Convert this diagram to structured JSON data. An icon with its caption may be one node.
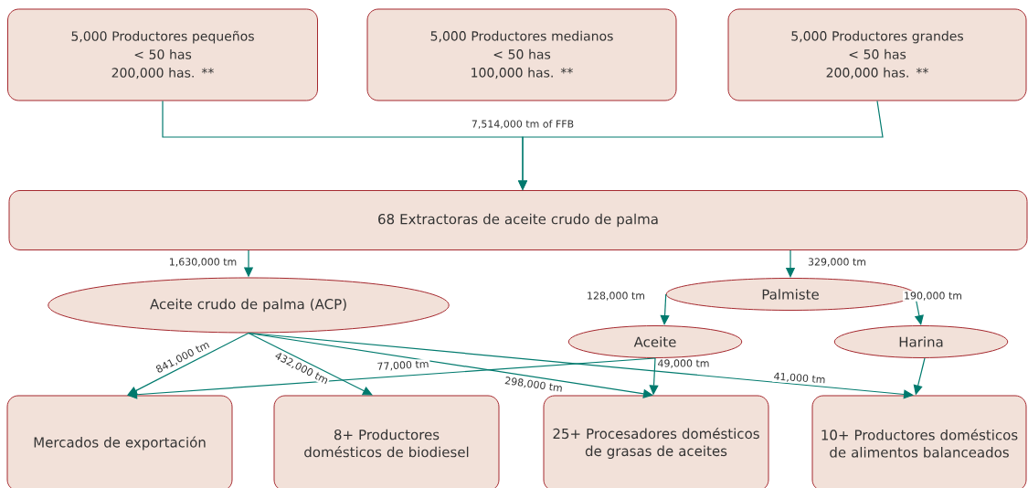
{
  "diagram": {
    "nodes": [
      {
        "text": [
          "5,000 Productores pequeños",
          "< 50 has",
          "200,000 has. **"
        ]
      },
      {
        "text": [
          "5,000 Productores medianos",
          "< 50 has",
          "100,000 has. **"
        ]
      },
      {
        "text": [
          "5,000 Productores grandes",
          "< 50 has",
          "200,000 has. **"
        ]
      },
      {
        "text": [
          "68 Extractoras de aceite crudo de palma"
        ]
      },
      {
        "text": [
          "Aceite crudo de palma (ACP)"
        ]
      },
      {
        "text": [
          "Palmiste"
        ]
      },
      {
        "text": [
          "Aceite"
        ]
      },
      {
        "text": [
          "Harina"
        ]
      },
      {
        "text": [
          "Mercados de exportación"
        ]
      },
      {
        "text": [
          "8+ Productores domésticos de biodiesel"
        ]
      },
      {
        "text": [
          "25+ Procesadores domésticos de grasas de aceites"
        ]
      },
      {
        "text": [
          "10+ Productores domésticos de alimentos balanceados"
        ]
      }
    ],
    "edges": [
      {
        "from": 0,
        "to": 3,
        "arrow": "to",
        "label": "7,514,000 tm of FFB"
      },
      {
        "from": 2,
        "to": 3,
        "arrow": "to"
      },
      {
        "from": 3,
        "to": 4,
        "arrow": "to",
        "label": "1,630,000 tm"
      },
      {
        "from": 3,
        "to": 5,
        "arrow": "to",
        "label": "329,000 tm"
      },
      {
        "from": 5,
        "to": 6,
        "arrow": "to",
        "label": "128,000 tm"
      },
      {
        "from": 5,
        "to": 7,
        "arrow": "to",
        "label": "190,000 tm"
      },
      {
        "from": 4,
        "to": 8,
        "arrow": "to",
        "label": "841,000 tm"
      },
      {
        "from": 4,
        "to": 9,
        "arrow": "to",
        "label": "432,000 tm"
      },
      {
        "from": 4,
        "to": 10,
        "arrow": "to",
        "label": "298,000 tm"
      },
      {
        "from": 4,
        "to": 11,
        "arrow": "to",
        "label": "41,000 tm"
      },
      {
        "from": 6,
        "to": 8,
        "arrow": "to",
        "label": "77,000 tm"
      },
      {
        "from": 6,
        "to": 10,
        "arrow": "to",
        "label": "49,000 tm"
      },
      {
        "from": 7,
        "to": 11,
        "arrow": "to"
      }
    ]
  }
}
